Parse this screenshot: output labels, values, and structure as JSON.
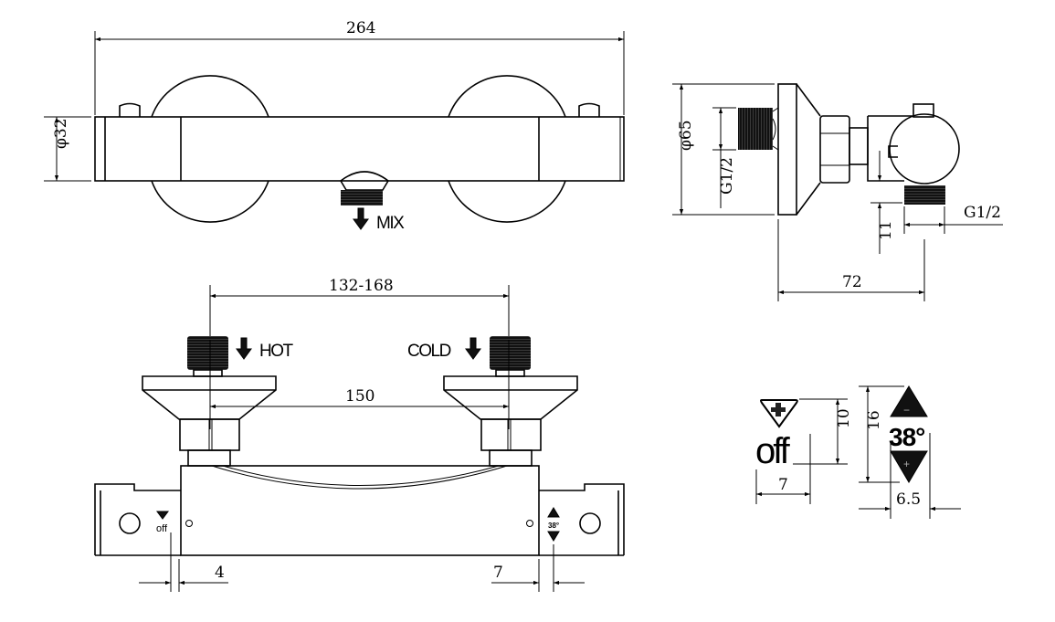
{
  "top_view": {
    "width_dim": "264",
    "diameter_dim": "φ32",
    "outlet_label": "MIX"
  },
  "side_view": {
    "flange_dim": "φ65",
    "inlet_thread": "G1/2",
    "outlet_thread": "G1/2",
    "outlet_offset": "11",
    "depth_dim": "72"
  },
  "front_view": {
    "inlet_range_dim": "132-168",
    "inlet_center_dim": "150",
    "hot_label": "HOT",
    "cold_label": "COLD",
    "left_offset_dim": "4",
    "right_offset_dim": "7",
    "small_off": "off",
    "small_temp": "38°"
  },
  "symbol_detail": {
    "off_text": "off",
    "off_height_dim": "10",
    "off_width_dim": "7",
    "temp_text": "38°",
    "temp_height_dim": "16",
    "temp_width_dim": "6.5",
    "minus": "−",
    "plus": "+"
  }
}
